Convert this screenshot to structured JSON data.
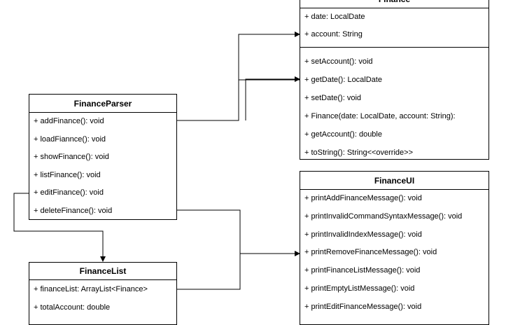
{
  "finance": {
    "title": "Finance",
    "attributes": [
      "+ date: LocalDate",
      "+ account: String"
    ],
    "methods": [
      "+ setAccount(): void",
      "+ getDate(): LocalDate",
      "+ setDate(): void",
      "+ Finance(date: LocalDate, account: String):",
      "+ getAccount(): double",
      "+ toString(): String<<override>>"
    ]
  },
  "finance_parser": {
    "title": "FinanceParser",
    "methods": [
      "+ addFinance(): void",
      "+ loadFiannce(): void",
      "+ showFinance(): void",
      "+ listFinance(): void",
      "+ editFinance(): void",
      "+ deleteFinance(): void"
    ]
  },
  "finance_ui": {
    "title": "FinanceUI",
    "methods": [
      "+ printAddFinanceMessage(): void",
      "+ printInvalidCommandSyntaxMessage(): void",
      "+ printInvalidIndexMessage(): void",
      "+ printRemoveFinanceMessage(): void",
      "+ printFinanceListMessage(): void",
      "+ printEmptyListMessage(): void",
      "+ printEditFinanceMessage(): void"
    ]
  },
  "finance_list": {
    "title": "FinanceList",
    "attributes": [
      "+ financeList: ArrayList<Finance>",
      "+ totalAccount: double"
    ]
  }
}
